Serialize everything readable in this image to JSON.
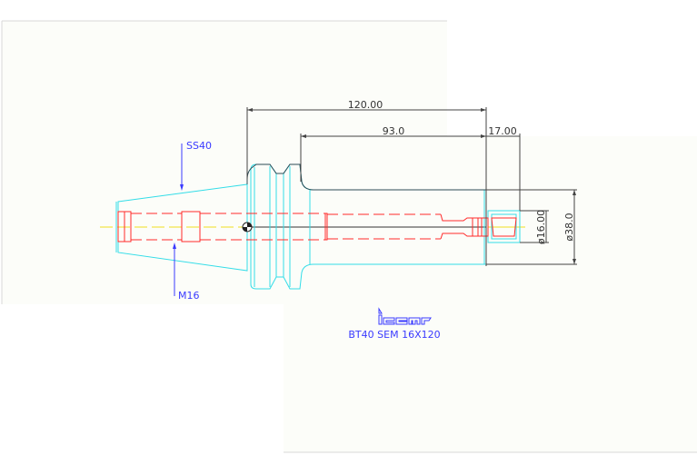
{
  "drawing": {
    "dimensions": {
      "overall_length": "120.00",
      "shank_length": "93.0",
      "projection": "17.00",
      "bore_diameter": "ø16.00",
      "shank_diameter": "ø38.0"
    },
    "labels": {
      "taper": "SS40",
      "thread": "M16"
    },
    "logo": "iscar",
    "part_name": "BT40 SEM 16X120",
    "colors": {
      "outline": "#33dde8",
      "hidden": "#ff2a2a",
      "dimension": "#444444",
      "annotation": "#3a3aff",
      "centerline": "#f0e020"
    }
  }
}
